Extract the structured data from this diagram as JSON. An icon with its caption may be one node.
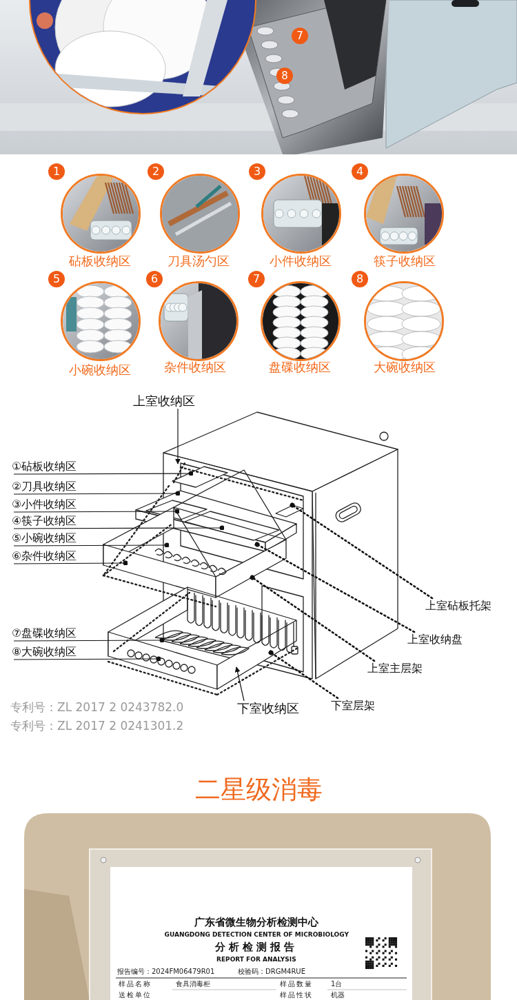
{
  "diagram": {
    "nodes": [
      {
        "text": [
          "1"
        ],
        "beside": [
          "砧板收纳区"
        ]
      },
      {
        "text": [
          "2"
        ],
        "beside": [
          "刀具汤勺区"
        ]
      },
      {
        "text": [
          "3"
        ],
        "beside": [
          "小件收纳区"
        ]
      },
      {
        "text": [
          "4"
        ],
        "beside": [
          "筷子收纳区"
        ]
      },
      {
        "text": [
          "5"
        ],
        "beside": [
          "小碗收纳区"
        ]
      },
      {
        "text": [
          "6"
        ],
        "beside": [
          "杂件收纳区"
        ]
      },
      {
        "text": [
          "7"
        ],
        "beside": [
          "盘碟收纳区"
        ]
      },
      {
        "text": [
          "8"
        ],
        "beside": [
          "大碗收纳区"
        ]
      },
      {
        "text": [
          "上室收纳区"
        ]
      },
      {
        "text": [
          "①砧板收纳区"
        ]
      },
      {
        "text": [
          "②刀具收纳区"
        ]
      },
      {
        "text": [
          "③小件收纳区"
        ]
      },
      {
        "text": [
          "④筷子收纳区"
        ]
      },
      {
        "text": [
          "⑤小碗收纳区"
        ]
      },
      {
        "text": [
          "⑥杂件收纳区"
        ]
      },
      {
        "text": [
          "⑦盘碟收纳区"
        ]
      },
      {
        "text": [
          "⑧大碗收纳区"
        ]
      },
      {
        "text": [
          "下室收纳区"
        ]
      },
      {
        "text": [
          "上室砧板托架"
        ]
      },
      {
        "text": [
          "上室收纳盘"
        ]
      },
      {
        "text": [
          "上室主层架"
        ]
      },
      {
        "text": [
          "下室层架"
        ]
      }
    ],
    "edges": [
      {
        "from": 8,
        "to": null,
        "arrow": "to"
      },
      {
        "from": 9,
        "to": null,
        "arrow": "other"
      },
      {
        "from": 10,
        "to": null,
        "arrow": "other"
      },
      {
        "from": 11,
        "to": null,
        "arrow": "other"
      },
      {
        "from": 12,
        "to": null,
        "arrow": "other"
      },
      {
        "from": 13,
        "to": null,
        "arrow": "other"
      },
      {
        "from": 14,
        "to": null,
        "arrow": "other"
      },
      {
        "from": 15,
        "to": null,
        "arrow": "other"
      },
      {
        "from": 16,
        "to": null,
        "arrow": "other"
      },
      {
        "from": 17,
        "to": null,
        "arrow": "to"
      },
      {
        "from": 18,
        "to": null,
        "arrow": "other",
        "style": "dashed"
      },
      {
        "from": 19,
        "to": null,
        "arrow": "other",
        "style": "dashed"
      },
      {
        "from": 20,
        "to": null,
        "arrow": "other",
        "style": "dashed"
      },
      {
        "from": 21,
        "to": null,
        "arrow": "other",
        "style": "dashed"
      }
    ],
    "labels": [
      "7",
      "8",
      "专利号：ZL 2017 2 0243782.0",
      "专利号：ZL 2017 2 0241301.2",
      "二星级消毒",
      "广东省微生物分析检测中心",
      "GUANGDONG DETECTION CENTER OF MICROBIOLOGY",
      "分析检测报告",
      "REPORT FOR ANALYSIS",
      "报告编号：2024FM06479R01",
      "校验码：DRGM4RUE",
      "样品名称",
      "食具消毒柜",
      "样品数量",
      "1台",
      "送检单位",
      "样品性状",
      "机器"
    ]
  }
}
